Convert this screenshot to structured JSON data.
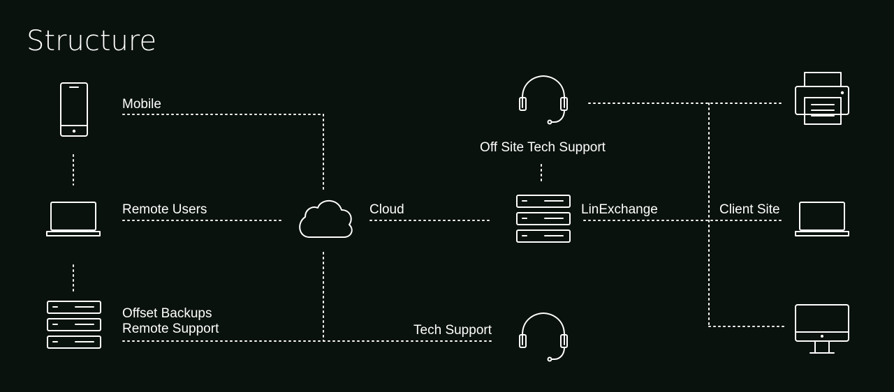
{
  "title": "Structure",
  "colors": {
    "background": "#0a120d",
    "foreground": "#ffffff"
  },
  "nodes": {
    "mobile": {
      "label": "Mobile",
      "icon": "mobile-phone-icon"
    },
    "remote_users": {
      "label": "Remote Users",
      "icon": "laptop-icon"
    },
    "offset_backups": {
      "label_line1": "Offset Backups",
      "label_line2": "Remote Support",
      "icon": "server-stack-icon"
    },
    "cloud": {
      "label": "Cloud",
      "icon": "cloud-icon"
    },
    "tech_support": {
      "label": "Tech Support",
      "icon": "headset-icon"
    },
    "off_site_tech_support": {
      "label": "Off Site Tech Support",
      "icon": "headset-icon"
    },
    "linexchange": {
      "label": "LinExchange",
      "icon": "server-stack-icon"
    },
    "client_site": {
      "label": "Client Site"
    },
    "printer": {
      "icon": "printer-icon"
    },
    "client_laptop": {
      "icon": "laptop-icon"
    },
    "desktop": {
      "icon": "desktop-monitor-icon"
    }
  }
}
